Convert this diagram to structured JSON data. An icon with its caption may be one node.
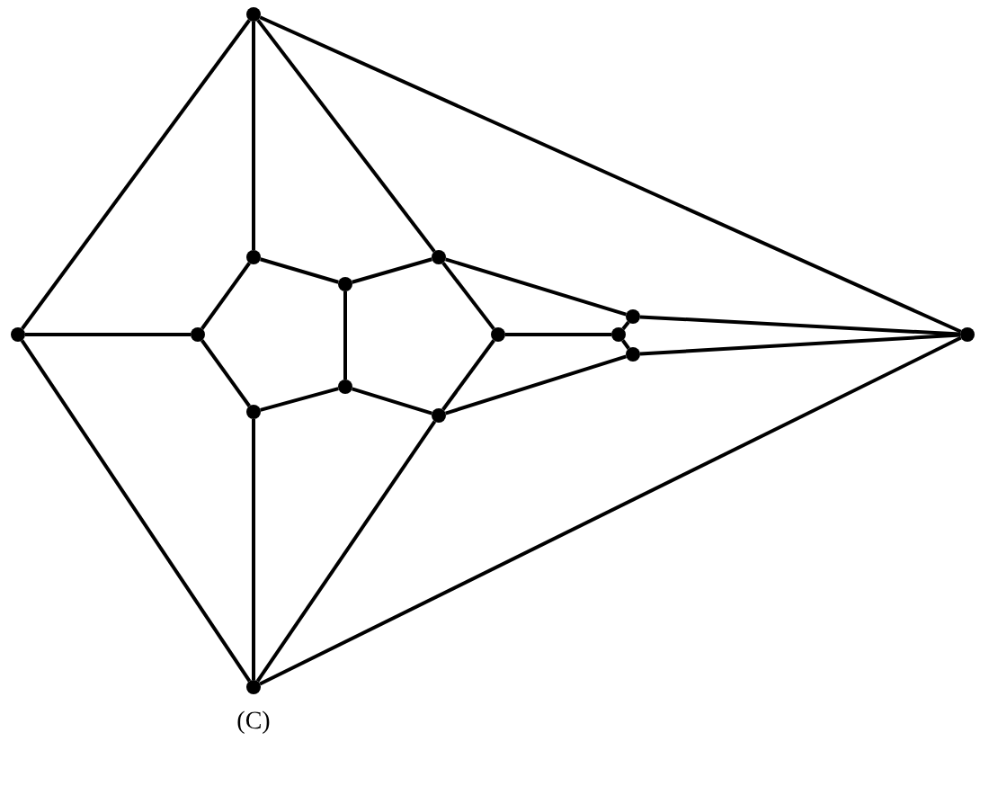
{
  "diagram": {
    "caption": "(C)",
    "nodes": [
      {
        "text": [],
        "shape": "circle"
      },
      {
        "text": [],
        "shape": "circle"
      },
      {
        "text": [],
        "shape": "circle"
      },
      {
        "text": [],
        "shape": "circle"
      },
      {
        "text": [],
        "shape": "circle"
      },
      {
        "text": [],
        "shape": "circle"
      },
      {
        "text": [],
        "shape": "circle"
      },
      {
        "text": [],
        "shape": "circle"
      },
      {
        "text": [],
        "shape": "circle"
      },
      {
        "text": [],
        "shape": "circle"
      },
      {
        "text": [],
        "shape": "circle"
      },
      {
        "text": [],
        "shape": "circle"
      },
      {
        "text": [],
        "shape": "circle"
      },
      {
        "text": [],
        "shape": "circle"
      },
      {
        "text": [],
        "shape": "circle"
      }
    ],
    "edges": [
      {
        "from": 2,
        "to": 0,
        "arrow": "none"
      },
      {
        "from": 0,
        "to": 5,
        "arrow": "none"
      },
      {
        "from": 2,
        "to": 14,
        "arrow": "none"
      },
      {
        "from": 5,
        "to": 14,
        "arrow": "none"
      },
      {
        "from": 2,
        "to": 3,
        "arrow": "none"
      },
      {
        "from": 0,
        "to": 1,
        "arrow": "none"
      },
      {
        "from": 5,
        "to": 4,
        "arrow": "none"
      },
      {
        "from": 3,
        "to": 1,
        "arrow": "none"
      },
      {
        "from": 1,
        "to": 4,
        "arrow": "none"
      },
      {
        "from": 3,
        "to": 6,
        "arrow": "none"
      },
      {
        "from": 4,
        "to": 7,
        "arrow": "none"
      },
      {
        "from": 6,
        "to": 7,
        "arrow": "none"
      },
      {
        "from": 6,
        "to": 8,
        "arrow": "none"
      },
      {
        "from": 7,
        "to": 9,
        "arrow": "none"
      },
      {
        "from": 2,
        "to": 8,
        "arrow": "none"
      },
      {
        "from": 5,
        "to": 9,
        "arrow": "none"
      },
      {
        "from": 8,
        "to": 10,
        "arrow": "none"
      },
      {
        "from": 9,
        "to": 10,
        "arrow": "none"
      },
      {
        "from": 8,
        "to": 12,
        "arrow": "none"
      },
      {
        "from": 9,
        "to": 13,
        "arrow": "none"
      },
      {
        "from": 10,
        "to": 11,
        "arrow": "none"
      },
      {
        "from": 11,
        "to": 12,
        "arrow": "none"
      },
      {
        "from": 11,
        "to": 13,
        "arrow": "none"
      },
      {
        "from": 12,
        "to": 14,
        "arrow": "none"
      },
      {
        "from": 13,
        "to": 14,
        "arrow": "none"
      }
    ]
  }
}
